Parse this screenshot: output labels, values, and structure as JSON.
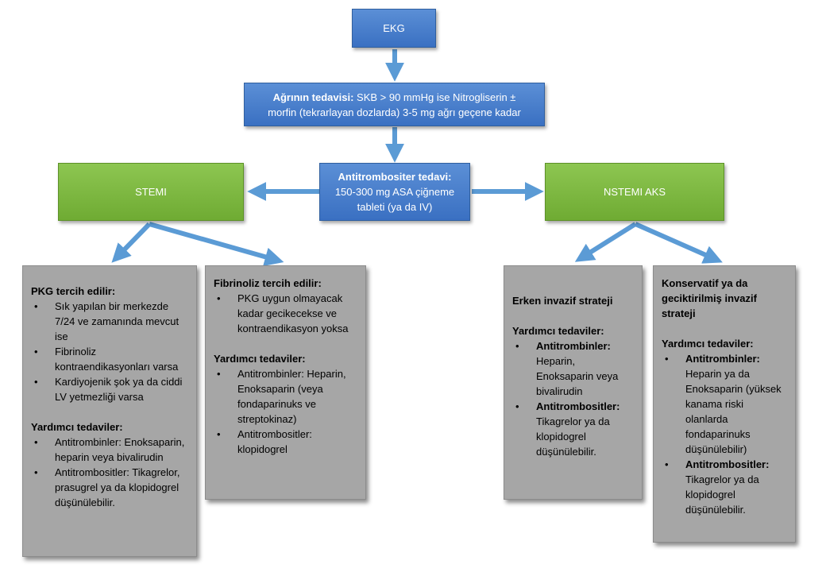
{
  "ekg": "EKG",
  "pain": {
    "bold": "Ağrının tedavisi:",
    "line1": " SKB > 90 mmHg ise Nitrogliserin ±",
    "line2": "morfin (tekrarlayan dozlarda) 3-5 mg ağrı geçene kadar"
  },
  "antithrombocyte": {
    "bold": "Antitrombositer tedavi:",
    "line1": "150-300 mg ASA çiğneme",
    "line2": "tableti (ya da IV)"
  },
  "stemi": "STEMI",
  "nstemi": "NSTEMI AKS",
  "pkg_box": {
    "title": "PKG tercih edilir:",
    "bullets": [
      "Sık yapılan bir merkezde 7/24 ve zamanında mevcut ise",
      "Fibrinoliz kontraendikasyonları varsa",
      "Kardiyojenik şok ya da ciddi LV yetmezliği varsa"
    ],
    "helper_title": "Yardımcı tedaviler:",
    "helpers": [
      "Antitrombinler: Enoksaparin, heparin veya bivalirudin",
      "Antitrombositler: Tikagrelor, prasugrel ya da klopidogrel düşünülebilir."
    ]
  },
  "fibrin_box": {
    "title": "Fibrinoliz tercih edilir:",
    "bullets": [
      "PKG uygun olmayacak kadar gecikecekse ve kontraendikasyon yoksa"
    ],
    "helper_title": "Yardımcı tedaviler:",
    "helpers": [
      "Antitrombinler: Heparin, Enoksaparin (veya fondaparinuks ve streptokinaz)",
      "Antitrombositler: klopidogrel"
    ]
  },
  "early_box": {
    "title": "Erken invazif strateji",
    "helper_title": "Yardımcı tedaviler:",
    "helpers": [
      {
        "bold": "Antitrombinler:",
        "text": "Heparin, Enoksaparin veya bivalirudin"
      },
      {
        "bold": "Antitrombositler:",
        "text": "Tikagrelor ya da klopidogrel düşünülebilir."
      }
    ]
  },
  "conservative_box": {
    "title": "Konservatif ya da geciktirilmiş invazif strateji",
    "helper_title": "Yardımcı tedaviler:",
    "helpers": [
      {
        "bold": "Antitrombinler:",
        "text": "Heparin ya da Enoksaparin (yüksek kanama riski olanlarda fondaparinuks düşünülebilir)"
      },
      {
        "bold": "Antitrombositler:",
        "text": "Tikagrelor ya da klopidogrel düşünülebilir."
      }
    ]
  },
  "colors": {
    "arrow": "#5b9bd5",
    "blue": "#4a7fcb",
    "green": "#7cb942",
    "grey": "#a6a6a6"
  }
}
